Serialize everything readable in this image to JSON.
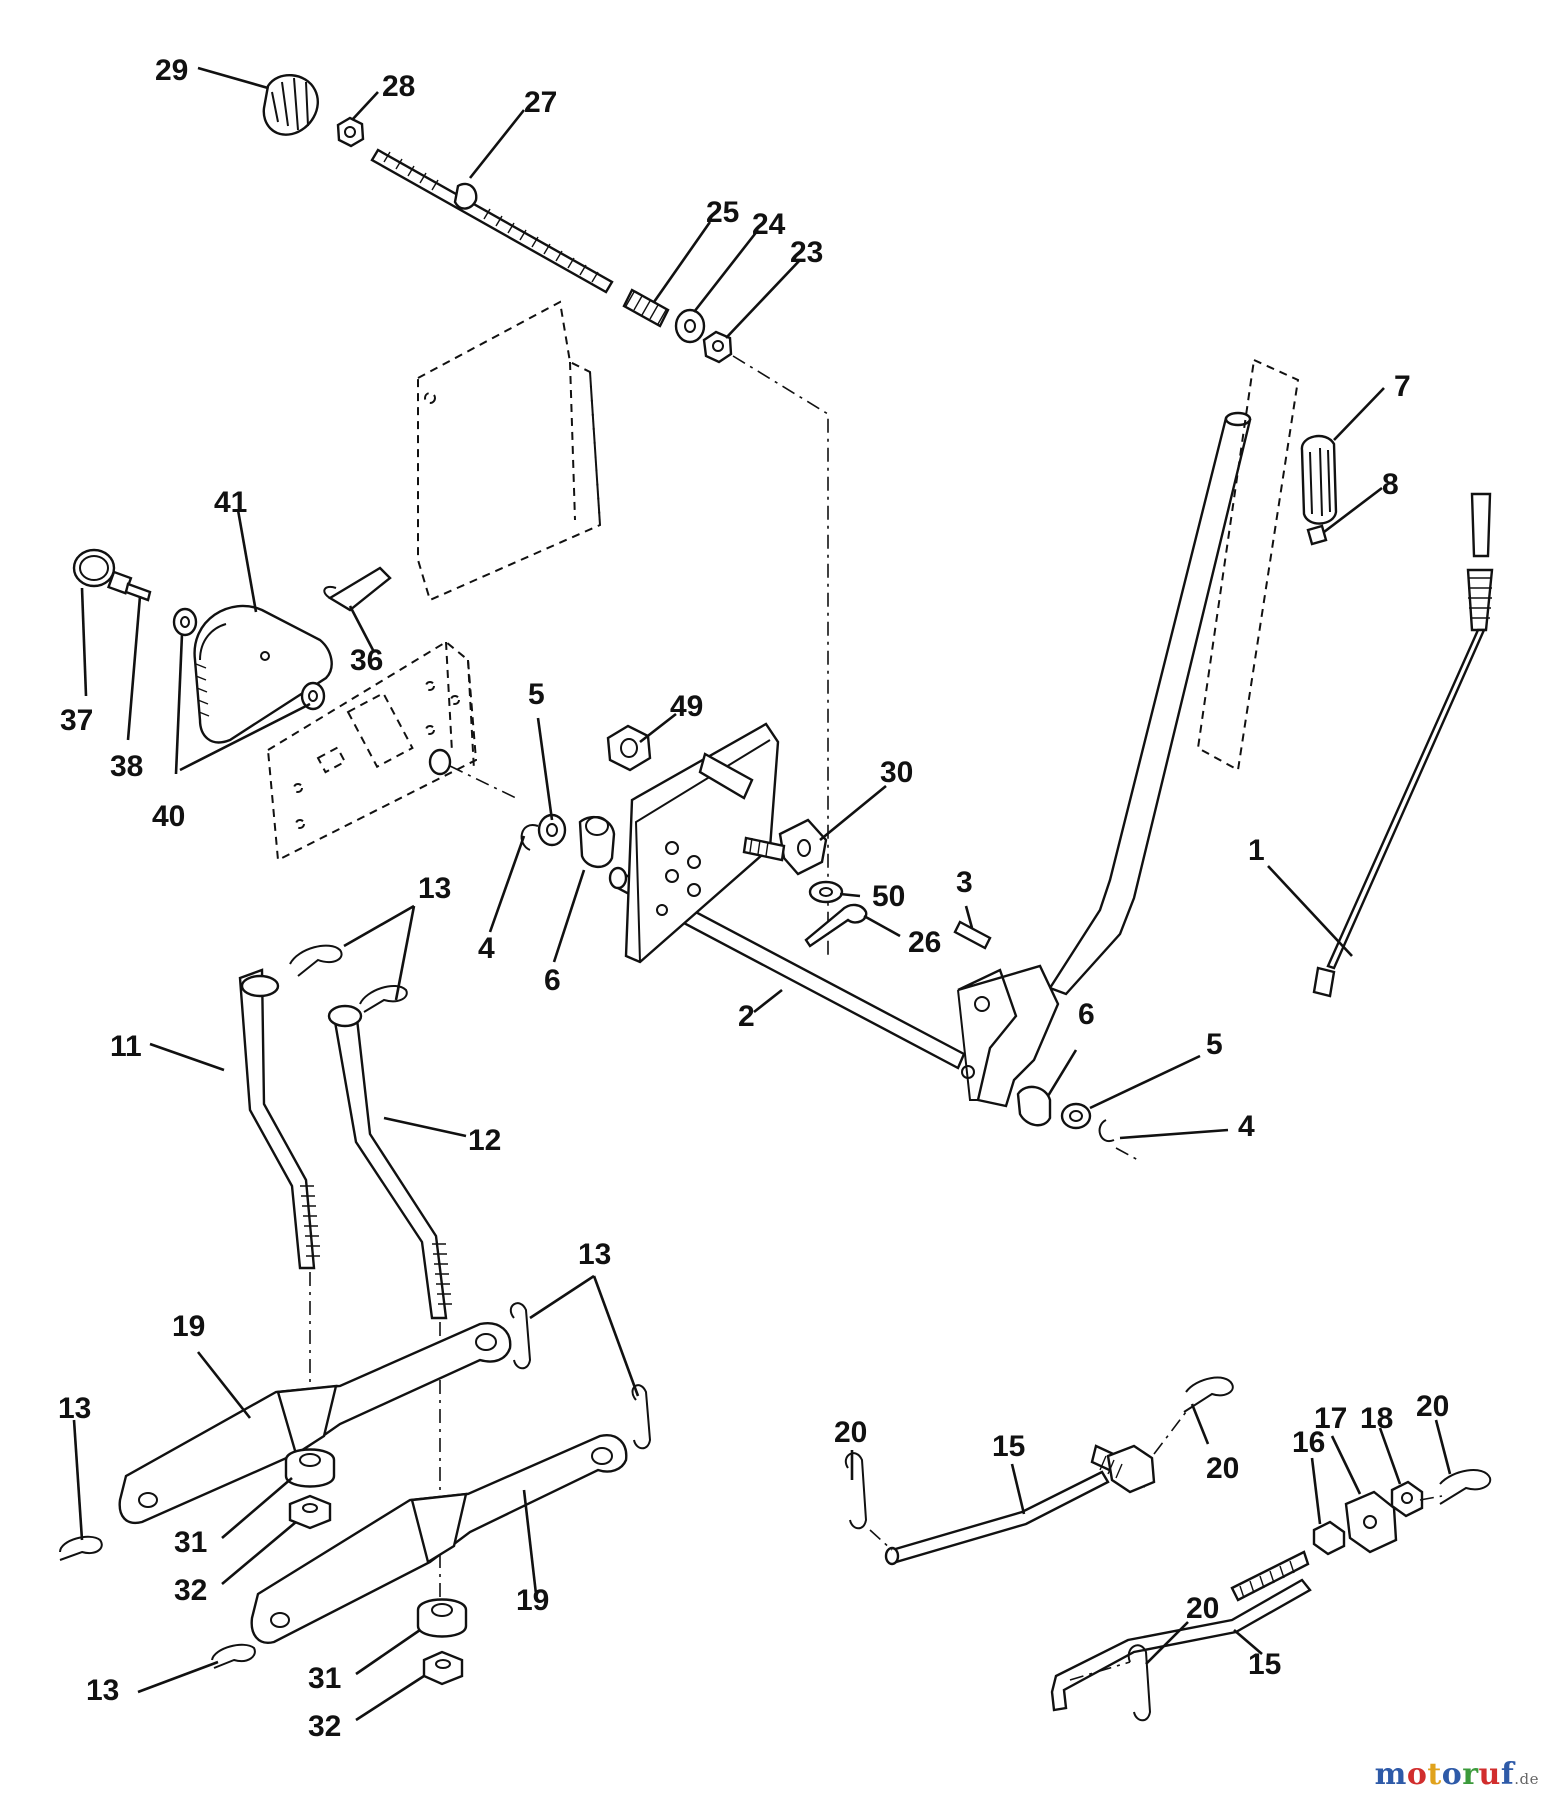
{
  "diagram": {
    "callouts": [
      "29",
      "28",
      "27",
      "25",
      "24",
      "23",
      "7",
      "8",
      "41",
      "37",
      "38",
      "40",
      "36",
      "5",
      "49",
      "30",
      "1",
      "4",
      "6",
      "13",
      "50",
      "3",
      "26",
      "11",
      "12",
      "2",
      "6",
      "5",
      "4",
      "13",
      "19",
      "13",
      "31",
      "32",
      "19",
      "13",
      "31",
      "32",
      "20",
      "15",
      "20",
      "16",
      "17",
      "18",
      "20",
      "20",
      "15"
    ]
  },
  "watermark": {
    "text": "motoruf",
    "tld": ".de",
    "letters": [
      {
        "ch": "m",
        "color": "#2e5aa8"
      },
      {
        "ch": "o",
        "color": "#d12d2d"
      },
      {
        "ch": "t",
        "color": "#e0a21c"
      },
      {
        "ch": "o",
        "color": "#2e5aa8"
      },
      {
        "ch": "r",
        "color": "#3b9a3b"
      },
      {
        "ch": "u",
        "color": "#d12d2d"
      },
      {
        "ch": "f",
        "color": "#2e5aa8"
      }
    ]
  }
}
